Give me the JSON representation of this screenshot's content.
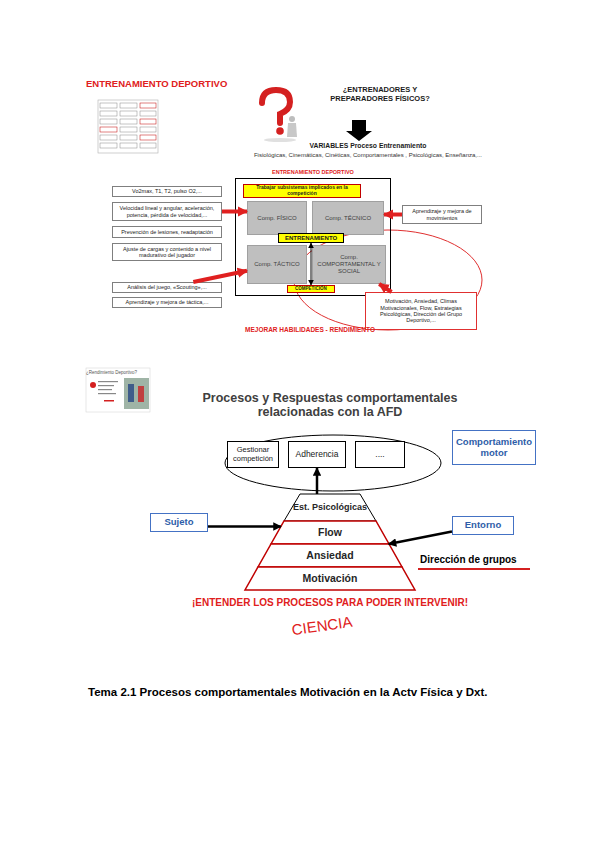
{
  "diagram": {
    "title": "ENTRENAMIENTO DEPORTIVO",
    "caption": "Tema 2.1 Procesos comportamentales Motivación en la Actv Física y Dxt.",
    "nodes": [
      {
        "text": [
          "Vo2max, T1, T2, pulso O2,..."
        ]
      },
      {
        "text": [
          "Velocidad lineal y angular, aceleración, potencia, pérdida de velocidad,..."
        ]
      },
      {
        "text": [
          "Prevención de lesiones, readaptación"
        ]
      },
      {
        "text": [
          "Ajuste de cargas y contenido a nivel madurativo del jugador"
        ]
      },
      {
        "text": [
          "Análisis del juego, «Scouting»,..."
        ]
      },
      {
        "text": [
          "Aprendizaje y mejora de táctica,..."
        ]
      },
      {
        "text": [
          "ENTRENAMIENTO DEPORTIVO"
        ]
      },
      {
        "text": [
          "Trabajar subsistemas implicados en la competición"
        ],
        "in": 6
      },
      {
        "text": [
          "Comp. FÍSICO"
        ],
        "in": 6
      },
      {
        "text": [
          "Comp. TÉCNICO"
        ],
        "in": 6
      },
      {
        "text": [
          "ENTRENAMIENTO"
        ],
        "in": 6
      },
      {
        "text": [
          "Comp. TÁCTICO"
        ],
        "in": 6
      },
      {
        "text": [
          "Comp. COMPORTAMENTAL Y SOCIAL"
        ],
        "in": 6
      },
      {
        "text": [
          "COMPETICIÓN"
        ],
        "in": 6
      },
      {
        "text": [
          "Aprendizaje y mejora de movimientos"
        ]
      },
      {
        "text": [
          "Motivación, Ansiedad, Climas Motivacionales, Flow, Estrategias Psicológicas, Dirección del Grupo Deportivo,..."
        ]
      },
      {
        "text": [
          "Gestionar competición"
        ]
      },
      {
        "text": [
          "Adherencia"
        ]
      },
      {
        "text": [
          "...."
        ]
      },
      {
        "text": [
          "Comportamiento motor"
        ]
      },
      {
        "text": [
          "Est. Psicológicas"
        ]
      },
      {
        "text": [
          "Flow"
        ]
      },
      {
        "text": [
          "Ansiedad"
        ]
      },
      {
        "text": [
          "Motivación"
        ]
      },
      {
        "text": [
          "Sujeto"
        ]
      },
      {
        "text": [
          "Entorno"
        ]
      }
    ],
    "edges": [
      {
        "from": 1,
        "to": 8,
        "arrow": "to"
      },
      {
        "from": 4,
        "to": 11,
        "arrow": "to"
      },
      {
        "from": 14,
        "to": 9,
        "arrow": "to"
      },
      {
        "from": 15,
        "to": 12,
        "arrow": "to"
      },
      {
        "from": 10,
        "to": 13,
        "arrow": "both"
      },
      {
        "from": 20,
        "to": 17,
        "arrow": "to"
      },
      {
        "from": 24,
        "to": 21,
        "arrow": "to"
      },
      {
        "from": 25,
        "to": 22,
        "arrow": "to"
      }
    ],
    "labels": [
      "¿ENTRENADORES Y PREPARADORES FÍSICOS?",
      "VARIABLES Proceso Entrenamiento",
      "Fisiológicas, Cinemáticas, Cinéticas, Comportamentales , Psicológicas, Enseñanza,...",
      "MEJORAR HABILIDADES - RENDIMIENTO",
      "¿Rendimiento Deportivo?",
      "Procesos y Respuestas comportamentales relacionadas con la AFD",
      "Dirección de grupos",
      "¡ENTENDER LOS PROCESOS PARA PODER INTERVENIR!",
      "CIENCIA"
    ]
  }
}
